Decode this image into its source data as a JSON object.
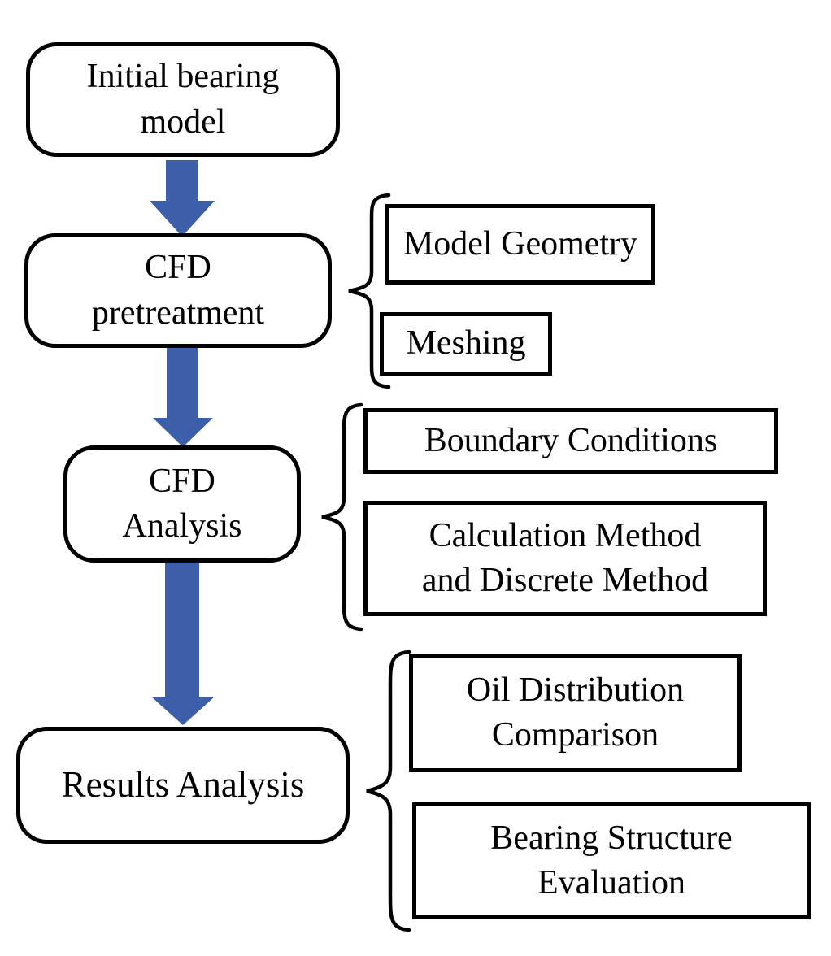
{
  "diagram_title": "CFD bearing analysis workflow flowchart",
  "colors": {
    "arrow_blue": "#3D5FA9",
    "box_border": "#000000",
    "background": "#ffffff",
    "text": "#000000"
  },
  "flow_nodes": [
    {
      "id": "initial-bearing-model",
      "label": "Initial bearing\nmodel"
    },
    {
      "id": "cfd-pretreatment",
      "label": "CFD\npretreatment"
    },
    {
      "id": "cfd-analysis",
      "label": "CFD\nAnalysis"
    },
    {
      "id": "results-analysis",
      "label": "Results Analysis"
    }
  ],
  "arrows": [
    {
      "from": "initial-bearing-model",
      "to": "cfd-pretreatment",
      "direction": "down"
    },
    {
      "from": "cfd-pretreatment",
      "to": "cfd-analysis",
      "direction": "down"
    },
    {
      "from": "cfd-analysis",
      "to": "results-analysis",
      "direction": "down"
    }
  ],
  "detail_boxes": [
    {
      "id": "model-geometry",
      "parent": "cfd-pretreatment",
      "label": "Model Geometry"
    },
    {
      "id": "meshing",
      "parent": "cfd-pretreatment",
      "label": "Meshing"
    },
    {
      "id": "boundary-conditions",
      "parent": "cfd-analysis",
      "label": "Boundary Conditions"
    },
    {
      "id": "calculation-method",
      "parent": "cfd-analysis",
      "label": "Calculation Method\nand Discrete Method"
    },
    {
      "id": "oil-distribution-comparison",
      "parent": "results-analysis",
      "label": "Oil Distribution\nComparison"
    },
    {
      "id": "bearing-structure-evaluation",
      "parent": "results-analysis",
      "label": "Bearing Structure\nEvaluation"
    }
  ]
}
